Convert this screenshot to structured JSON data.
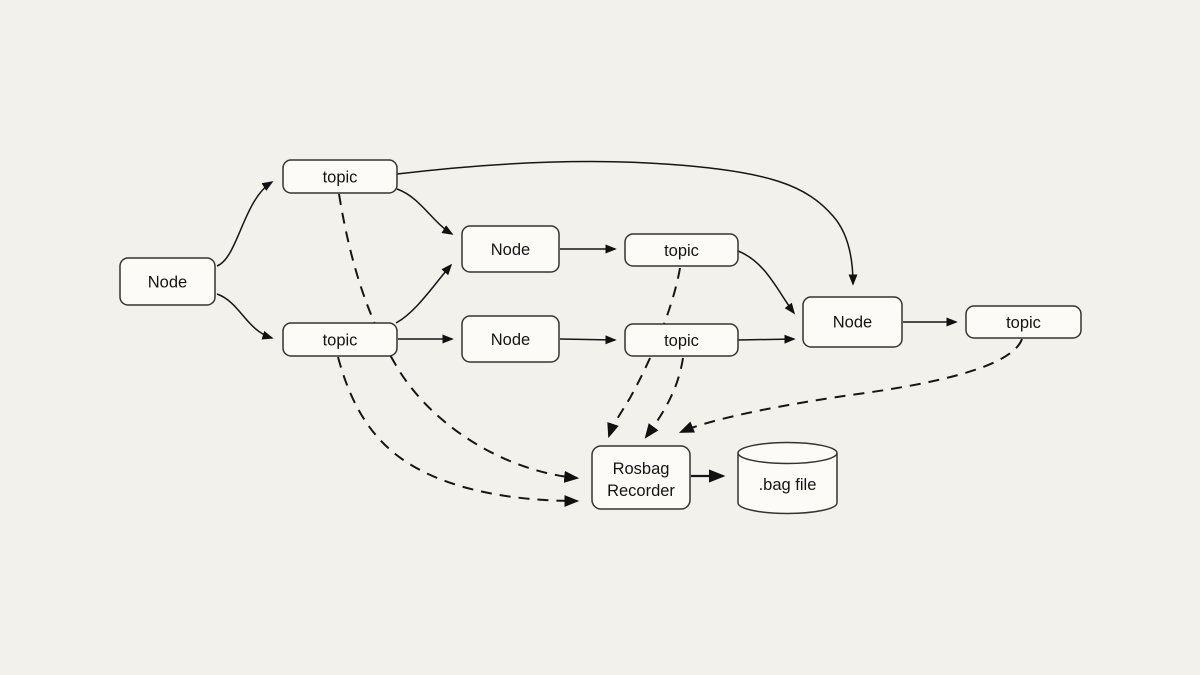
{
  "diagram": {
    "description_colors": {
      "background": "#f2f1ec",
      "box_fill": "#fcfbf8",
      "box_border": "#35352f",
      "line": "#161616"
    },
    "nodes": [
      {
        "id": "node-left",
        "label": "Node",
        "shape": "rounded-rect"
      },
      {
        "id": "topic-top",
        "label": "topic",
        "shape": "rounded-rect"
      },
      {
        "id": "topic-mid-left",
        "label": "topic",
        "shape": "rounded-rect"
      },
      {
        "id": "node-mid-top",
        "label": "Node",
        "shape": "rounded-rect"
      },
      {
        "id": "node-mid-bottom",
        "label": "Node",
        "shape": "rounded-rect"
      },
      {
        "id": "topic-mid-top",
        "label": "topic",
        "shape": "rounded-rect"
      },
      {
        "id": "topic-mid-bottom",
        "label": "topic",
        "shape": "rounded-rect"
      },
      {
        "id": "node-right",
        "label": "Node",
        "shape": "rounded-rect"
      },
      {
        "id": "topic-right",
        "label": "topic",
        "shape": "rounded-rect"
      },
      {
        "id": "rosbag-recorder",
        "label": "Rosbag Recorder",
        "label_line1": "Rosbag",
        "label_line2": "Recorder",
        "shape": "rounded-rect"
      },
      {
        "id": "bag-file",
        "label": ".bag file",
        "shape": "cylinder"
      }
    ],
    "edges": [
      {
        "from": "node-left",
        "to": "topic-top",
        "style": "solid"
      },
      {
        "from": "node-left",
        "to": "topic-mid-left",
        "style": "solid"
      },
      {
        "from": "topic-top",
        "to": "node-mid-top",
        "style": "solid"
      },
      {
        "from": "topic-top",
        "to": "node-right",
        "style": "solid"
      },
      {
        "from": "topic-mid-left",
        "to": "node-mid-top",
        "style": "solid"
      },
      {
        "from": "topic-mid-left",
        "to": "node-mid-bottom",
        "style": "solid"
      },
      {
        "from": "node-mid-top",
        "to": "topic-mid-top",
        "style": "solid"
      },
      {
        "from": "node-mid-bottom",
        "to": "topic-mid-bottom",
        "style": "solid"
      },
      {
        "from": "topic-mid-top",
        "to": "node-right",
        "style": "solid"
      },
      {
        "from": "topic-mid-bottom",
        "to": "node-right",
        "style": "solid"
      },
      {
        "from": "node-right",
        "to": "topic-right",
        "style": "solid"
      },
      {
        "from": "rosbag-recorder",
        "to": "bag-file",
        "style": "solid"
      },
      {
        "from": "topic-top",
        "to": "rosbag-recorder",
        "style": "dashed"
      },
      {
        "from": "topic-mid-left",
        "to": "rosbag-recorder",
        "style": "dashed"
      },
      {
        "from": "topic-mid-top",
        "to": "rosbag-recorder",
        "style": "dashed"
      },
      {
        "from": "topic-mid-bottom",
        "to": "rosbag-recorder",
        "style": "dashed"
      },
      {
        "from": "topic-right",
        "to": "rosbag-recorder",
        "style": "dashed"
      }
    ]
  }
}
